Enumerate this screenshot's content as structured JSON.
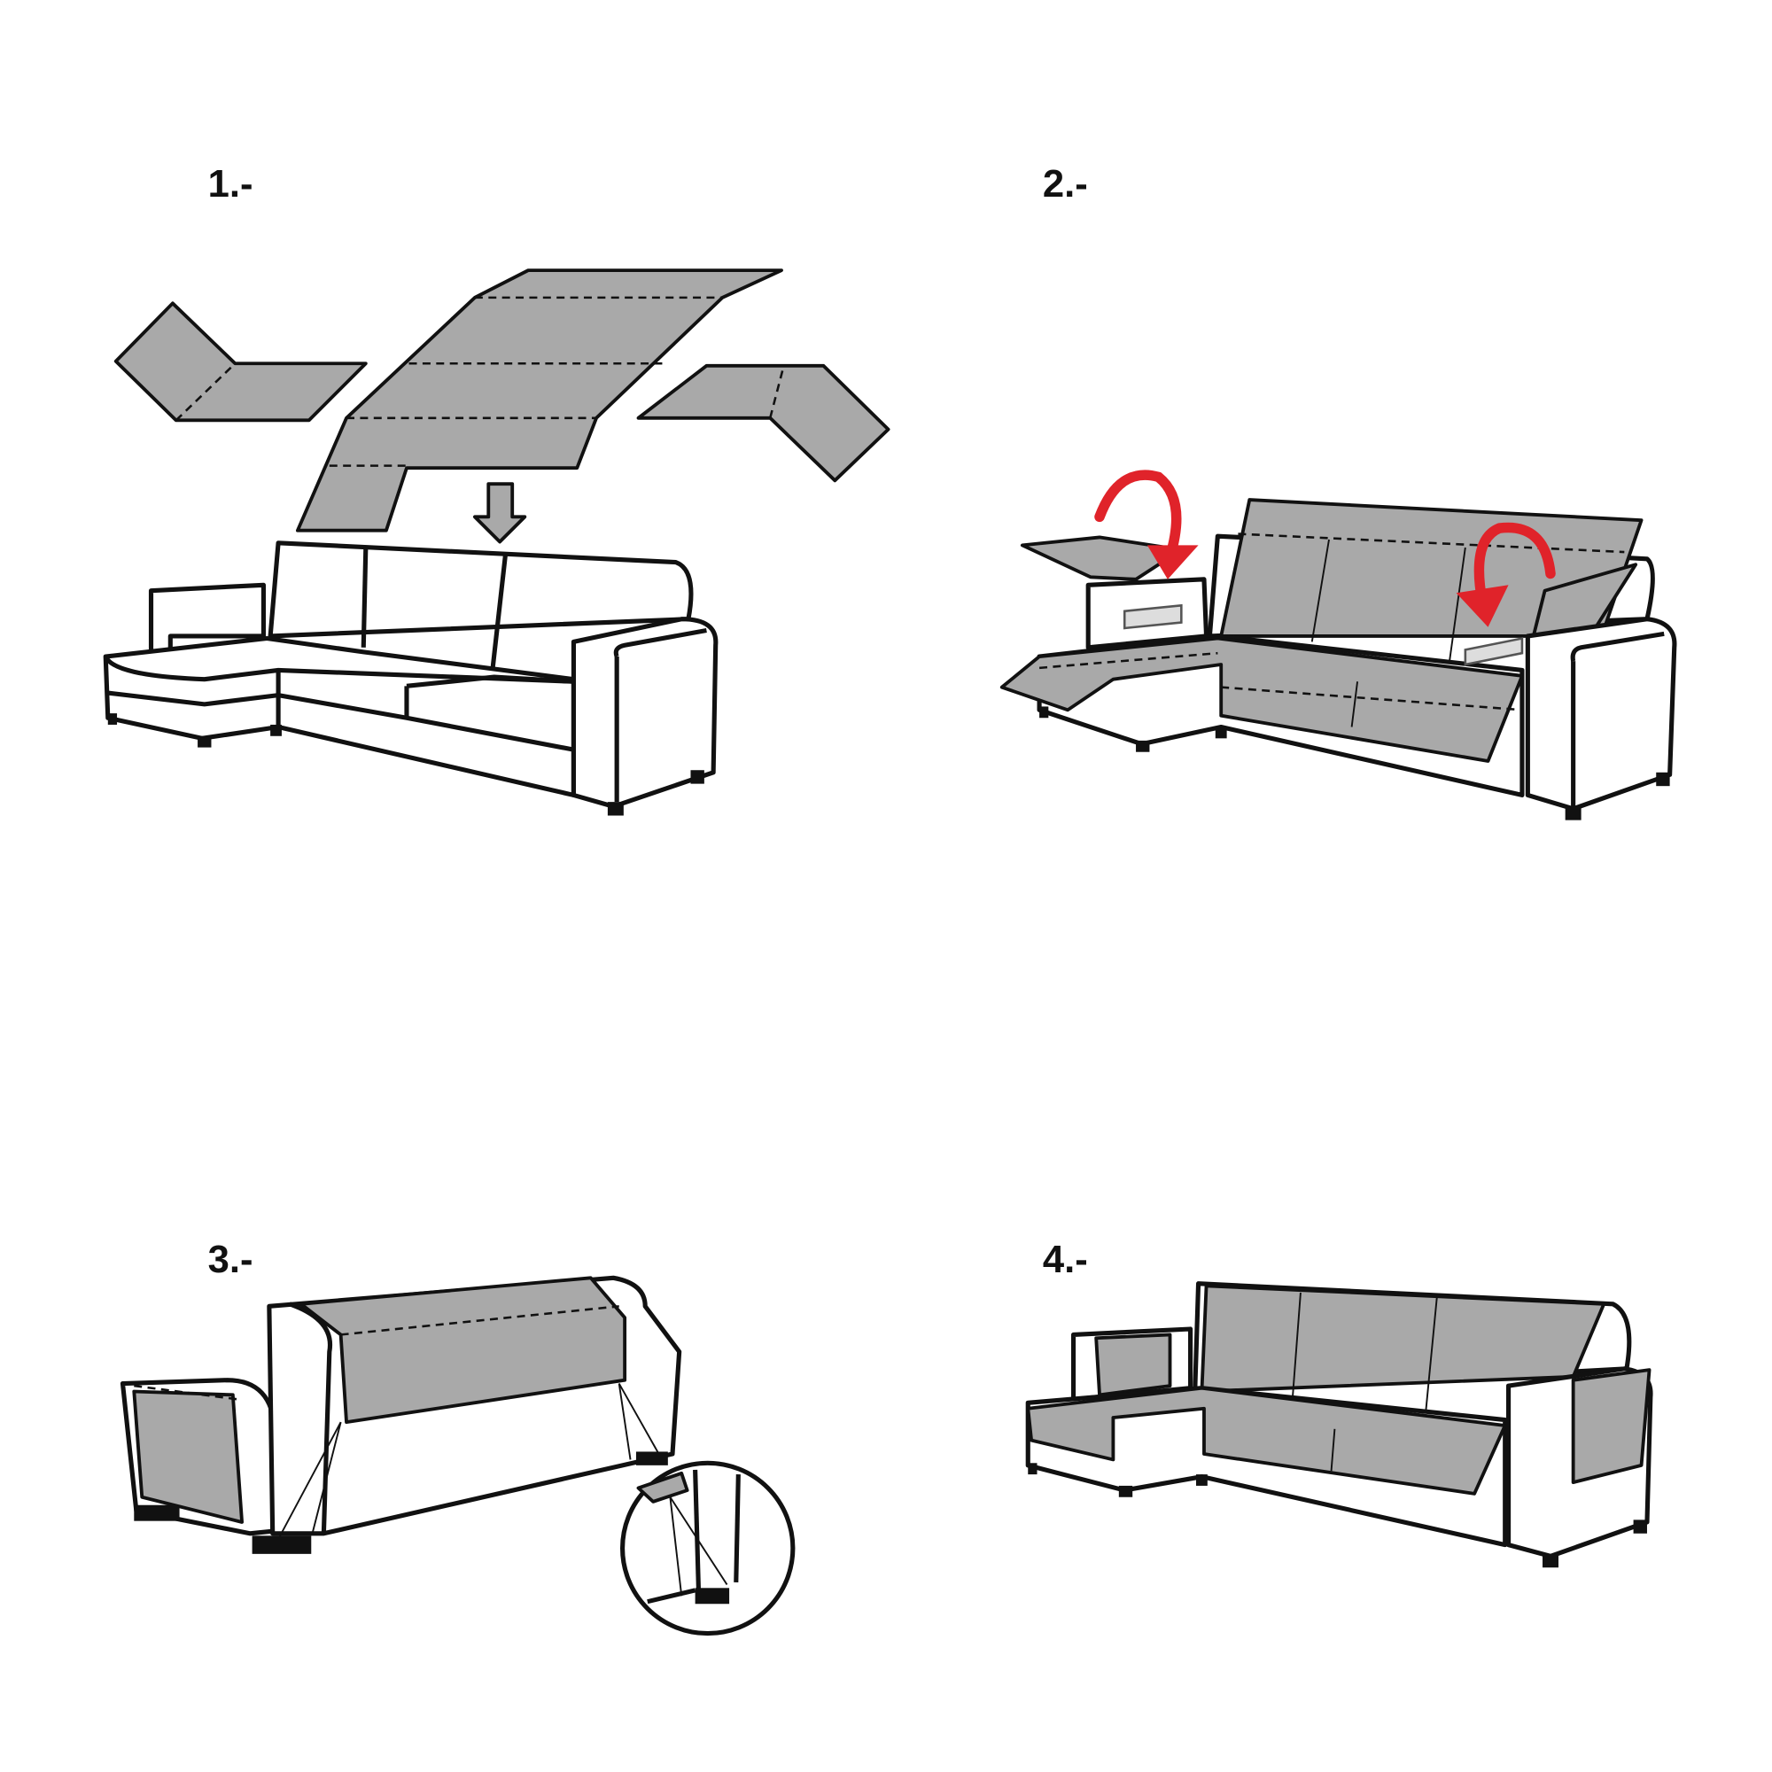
{
  "steps": [
    {
      "label": "1.-"
    },
    {
      "label": "2.-"
    },
    {
      "label": "3.-"
    },
    {
      "label": "4.-"
    }
  ],
  "colors": {
    "cover": "#a9a9a9",
    "arrow_red": "#e0232a",
    "outline": "#111111"
  }
}
